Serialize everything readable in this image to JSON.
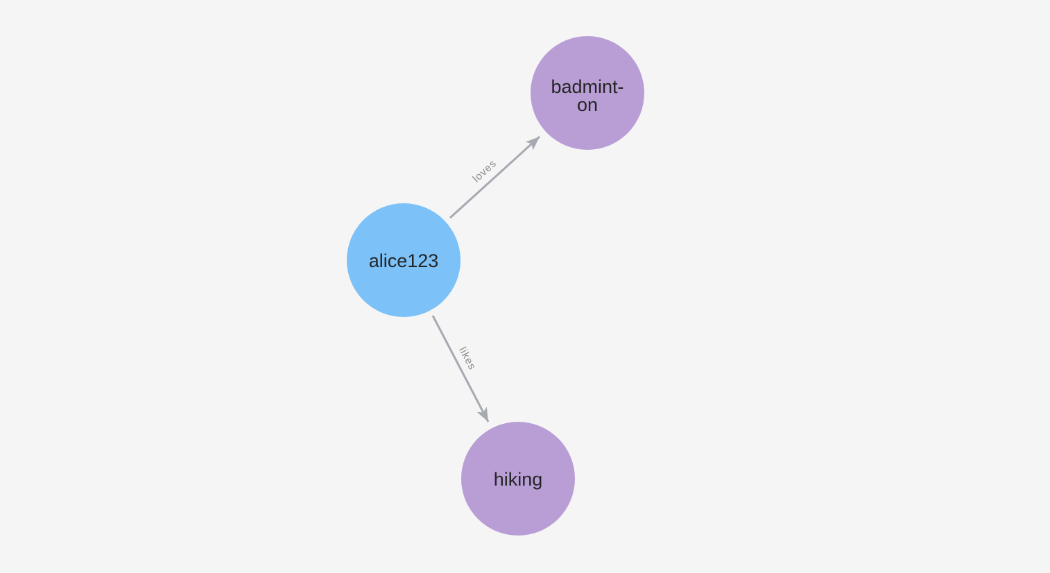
{
  "canvas": {
    "background_color": "#f4f5f4"
  },
  "graph": {
    "type": "directed-node-link-graph",
    "nodes": [
      {
        "id": "alice123",
        "label": "alice123",
        "display_lines": [
          "alice123"
        ],
        "fill_color": "#7cc1f8",
        "label_color": "#242424"
      },
      {
        "id": "badminton",
        "label": "badminton",
        "display_lines": [
          "badmint-",
          "on"
        ],
        "fill_color": "#b99ed6",
        "label_color": "#242424"
      },
      {
        "id": "hiking",
        "label": "hiking",
        "display_lines": [
          "hiking"
        ],
        "fill_color": "#b99ed6",
        "label_color": "#242424"
      }
    ],
    "edges": [
      {
        "source": "alice123",
        "target": "badminton",
        "label": "loves"
      },
      {
        "source": "alice123",
        "target": "hiking",
        "label": "likes"
      }
    ],
    "edge_color": "#a6a9b0",
    "edge_label_color": "#8a8a8a"
  }
}
